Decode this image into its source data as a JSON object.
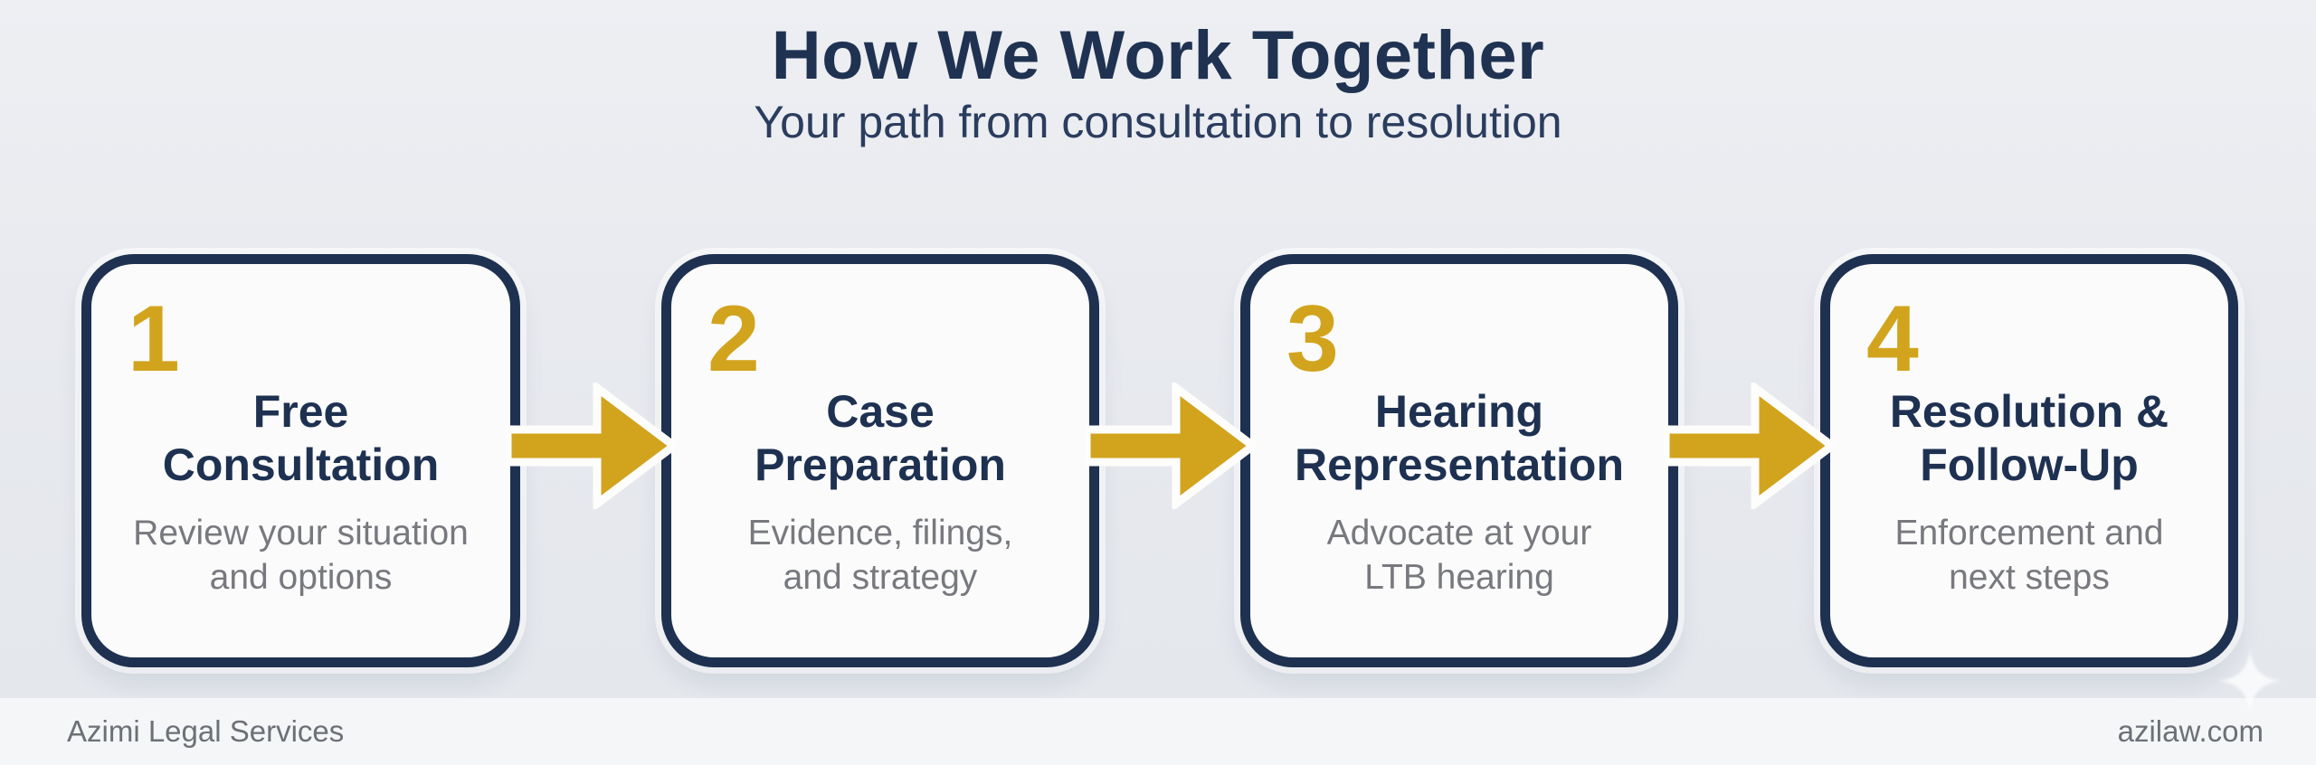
{
  "header": {
    "title": "How We Work Together",
    "subtitle": "Your path from consultation to resolution"
  },
  "steps": [
    {
      "number": "1",
      "title": "Free\nConsultation",
      "description": "Review your situation\nand options"
    },
    {
      "number": "2",
      "title": "Case\nPreparation",
      "description": "Evidence, filings,\nand strategy"
    },
    {
      "number": "3",
      "title": "Hearing\nRepresentation",
      "description": "Advocate at your\nLTB hearing"
    },
    {
      "number": "4",
      "title": "Resolution &\nFollow-Up",
      "description": "Enforcement and\nnext steps"
    }
  ],
  "footer": {
    "brand": "Azimi Legal Services",
    "website": "azilaw.com"
  },
  "icons": {
    "step_connector": "arrow-right-icon"
  },
  "colors": {
    "navy": "#1E3151",
    "gold": "#D2A41E",
    "gray_text": "#77797E",
    "background": "#E8EAEF",
    "card_bg": "#FBFBFB",
    "footer_bg": "#F5F6F7",
    "footer_text": "#6C7077"
  }
}
